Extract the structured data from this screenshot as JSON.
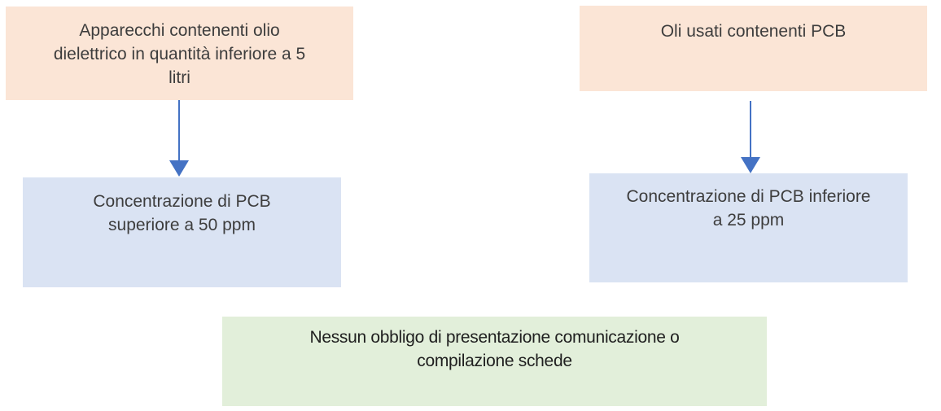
{
  "diagram": {
    "background": "#ffffff",
    "arrow_color": "#4472C4",
    "text_color": "#3d3d3d",
    "nodes": {
      "apparecchi_olio": {
        "text": "Apparecchi contenenti olio\ndielettrico in quantità inferiore a 5\nlitri",
        "fill": "#FBE5D6"
      },
      "oli_usati_pcb": {
        "text": "Oli usati contenenti PCB",
        "fill": "#FBE5D6"
      },
      "pcb_superiore_50ppm": {
        "text": "Concentrazione di PCB\nsuperiore a 50 ppm",
        "fill": "#DAE3F3"
      },
      "pcb_inferiore_25ppm": {
        "text": "Concentrazione di PCB inferiore\na 25 ppm",
        "fill": "#DAE3F3"
      },
      "nessun_obbligo": {
        "text": "Nessun obbligo di presentazione comunicazione o\ncompilazione schede",
        "fill": "#E2EFDA"
      }
    }
  }
}
